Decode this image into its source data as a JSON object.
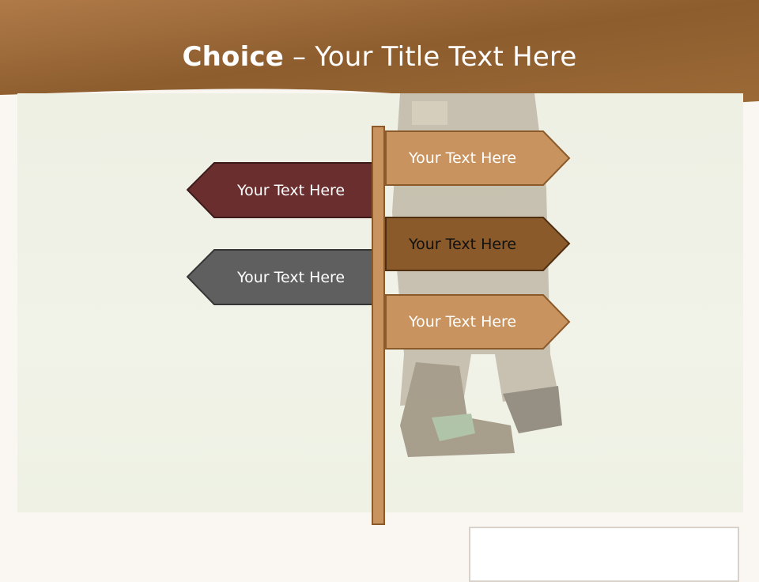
{
  "slide": {
    "title_bold": "Choice",
    "title_rest": " – Your Title Text Here"
  },
  "signs": {
    "right1": "Your Text Here",
    "left1": "Your Text Here",
    "right2": "Your Text Here",
    "left2": "Your Text Here",
    "right3": "Your Text Here"
  },
  "colors": {
    "header_brown": "#8f5e2e",
    "sign_tan": "#c8935e",
    "sign_maroon": "#6a2e2e",
    "sign_brown": "#8a5a2b",
    "sign_gray": "#5f5f5f"
  }
}
